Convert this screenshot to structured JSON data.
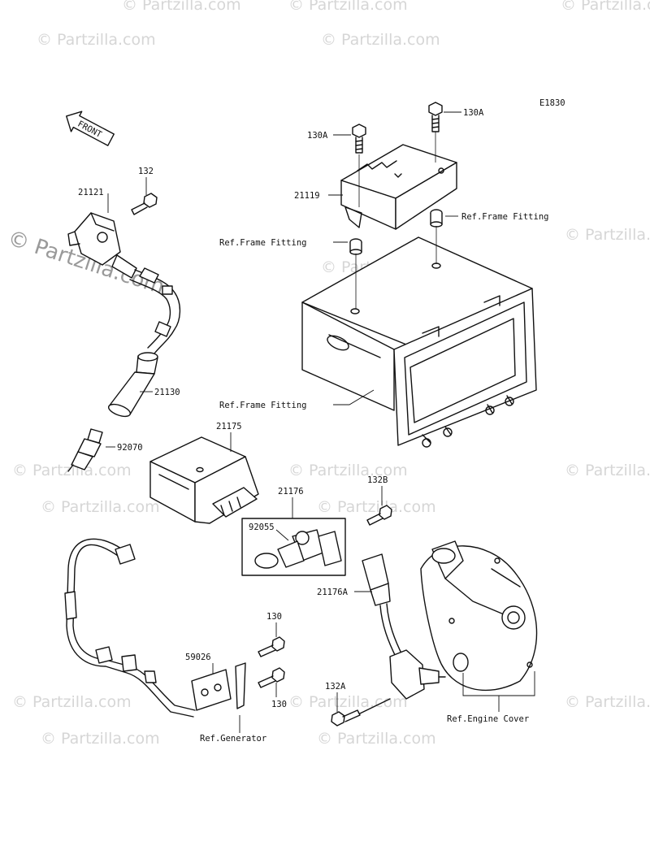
{
  "diagram_code": "E1830",
  "front_label": "FRONT",
  "watermark": {
    "text": "© Partzilla.com",
    "main_text": "© Partzilla.com"
  },
  "labels": {
    "p130A_top": "130A",
    "p130A_left": "130A",
    "p21119": "21119",
    "ref_frame_fitting_right": "Ref.Frame Fitting",
    "ref_frame_fitting_left": "Ref.Frame Fitting",
    "ref_frame_fitting_bottom": "Ref.Frame Fitting",
    "p132": "132",
    "p21121": "21121",
    "p21130": "21130",
    "p92070": "92070",
    "p21175": "21175",
    "p21176": "21176",
    "p132B": "132B",
    "p92055": "92055",
    "p21176A": "21176A",
    "p130_top": "130",
    "p59026": "59026",
    "p130_bottom": "130",
    "p132A": "132A",
    "ref_engine_cover": "Ref.Engine Cover",
    "ref_generator": "Ref.Generator"
  }
}
